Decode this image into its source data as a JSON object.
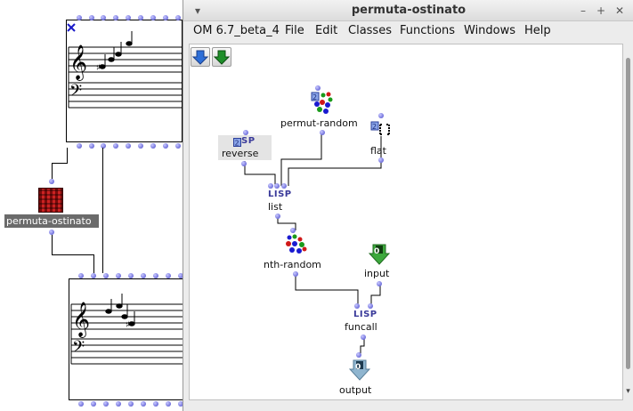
{
  "window": {
    "title": "permuta-ostinato",
    "controls": {
      "minimize": "–",
      "maximize": "+",
      "close": "✕",
      "menu": "▾"
    }
  },
  "menubar": {
    "items": [
      "OM 6.7_beta_4",
      "File",
      "Edit",
      "Classes",
      "Functions",
      "Windows",
      "Help"
    ]
  },
  "toolbar": {
    "buttons": [
      {
        "name": "arrow-down-blue",
        "icon": "blue-down-arrow-icon"
      },
      {
        "name": "arrow-down-green",
        "icon": "green-down-arrow-icon"
      }
    ]
  },
  "background": {
    "abstraction_label": "permuta-ostinato"
  },
  "boxes": {
    "permut_random": {
      "label": "permut-random"
    },
    "reverse": {
      "label": "reverse",
      "tag": "LISP"
    },
    "flat": {
      "label": "flat"
    },
    "list": {
      "label": "list",
      "tag": "LISP"
    },
    "nth_random": {
      "label": "nth-random"
    },
    "input": {
      "label": "input",
      "index": "0"
    },
    "funcall": {
      "label": "funcall",
      "tag": "LISP"
    },
    "output": {
      "label": "output",
      "index": "0"
    }
  },
  "scrollbar": {
    "arrow": "▾"
  },
  "colors": {
    "port": "#6e6edb",
    "label_bg": "#6b6b6b",
    "ostinato_icon": "#a00000"
  }
}
